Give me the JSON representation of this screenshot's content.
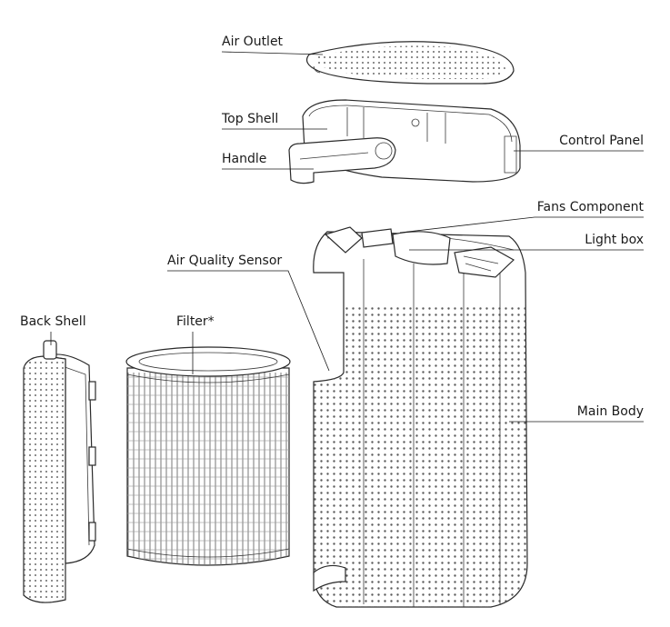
{
  "labels": {
    "air_outlet": "Air Outlet",
    "top_shell": "Top Shell",
    "handle": "Handle",
    "control_panel": "Control Panel",
    "fans_component": "Fans Component",
    "light_box": "Light box",
    "air_quality_sensor": "Air Quality Sensor",
    "back_shell": "Back Shell",
    "filter": "Filter*",
    "main_body": "Main Body"
  }
}
